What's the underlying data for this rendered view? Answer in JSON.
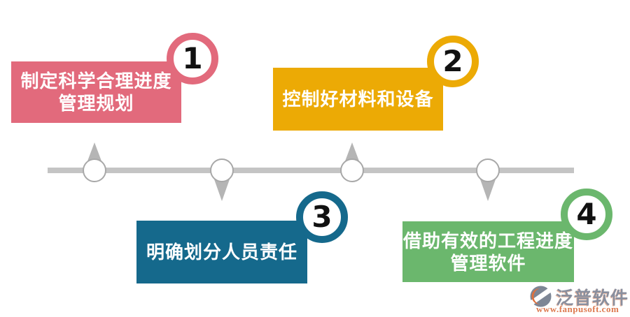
{
  "steps": [
    {
      "number": "1",
      "lines": [
        "制定科学合理进度",
        "管理规划"
      ],
      "color": "#e26a7c",
      "position": "top"
    },
    {
      "number": "2",
      "lines": [
        "控制好材料和设备"
      ],
      "color": "#ecaa05",
      "position": "top"
    },
    {
      "number": "3",
      "lines": [
        "明确划分人员责任"
      ],
      "color": "#15698c",
      "position": "bottom"
    },
    {
      "number": "4",
      "lines": [
        "借助有效的工程进度",
        "管理软件"
      ],
      "color": "#6bb76d",
      "position": "bottom"
    }
  ],
  "timeline": {
    "line_color": "#c4c4c4",
    "arrow_color": "#b5b5b5",
    "node_fill": "#ffffff",
    "node_border": "#a8a8a8"
  },
  "watermark": {
    "brand": "泛普软件",
    "url": "www.fanpusoft.com",
    "brand_color": "#8a8f9e",
    "url_color": "#dd7a50",
    "icon_gray": "#7d8695",
    "icon_orange": "#e0703c"
  }
}
